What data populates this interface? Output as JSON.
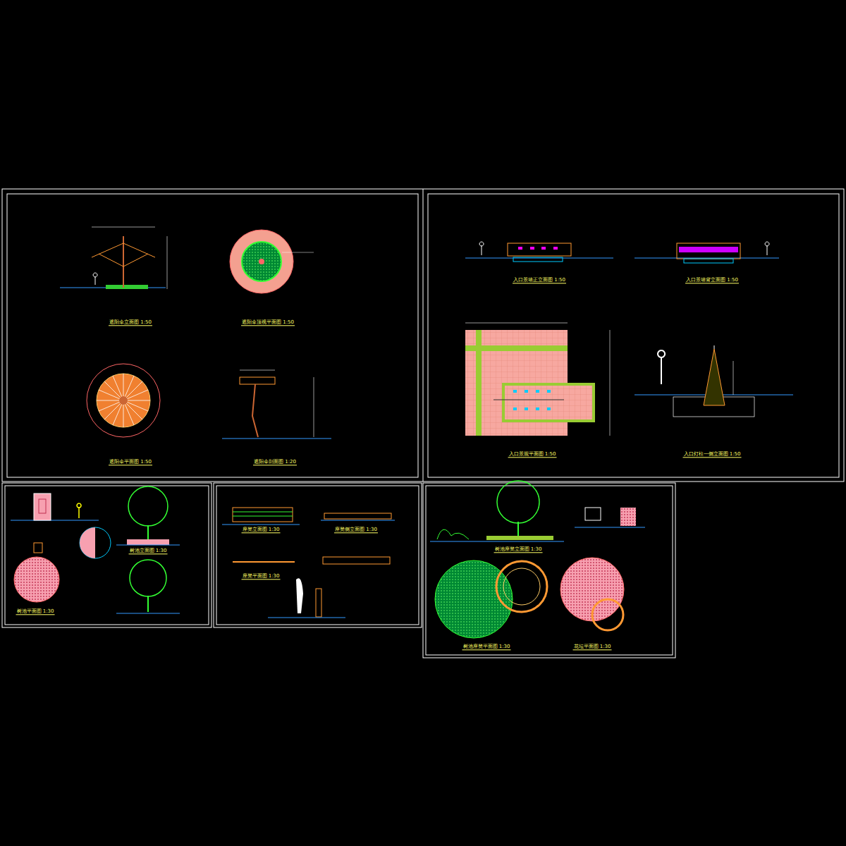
{
  "diagram": {
    "labels": [
      "遮阳伞立面图 1:50",
      "遮阳伞顶视平面图 1:50",
      "遮阳伞平面图 1:50",
      "遮阳伞剖面图 1:20",
      "入口景墙正立面图 1:50",
      "入口景墙背立面图 1:50",
      "入口景观平面图 1:50",
      "入口灯柱一侧立面图 1:50",
      "树池平面图 1:30",
      "树池立面图 1:30",
      "座凳立面图 1:30",
      "座凳平面图 1:30",
      "座凳侧立面图 1:30",
      "树池座凳立面图 1:30",
      "树池座凳平面图 1:30",
      "花坛平面图 1:30"
    ]
  }
}
